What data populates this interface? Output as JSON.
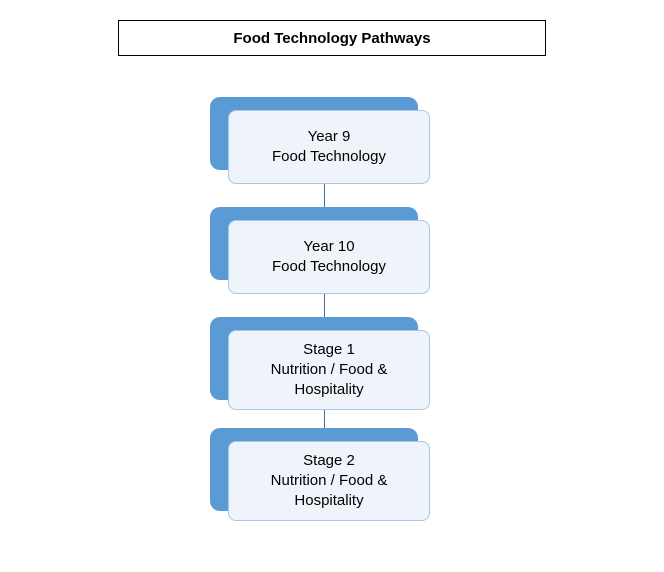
{
  "title": "Food Technology Pathways",
  "nodes": [
    {
      "line1": "Year 9",
      "line2": "Food Technology"
    },
    {
      "line1": "Year 10",
      "line2": "Food Technology"
    },
    {
      "line1": "Stage 1",
      "line2": "Nutrition / Food & Hospitality"
    },
    {
      "line1": "Stage 2",
      "line2": "Nutrition / Food & Hospitality"
    }
  ],
  "colors": {
    "accent": "#5B9BD5",
    "node_fill": "#EFF4FA",
    "node_border": "#A9C7E8",
    "connector": "#41719C",
    "title_border": "#000000"
  }
}
